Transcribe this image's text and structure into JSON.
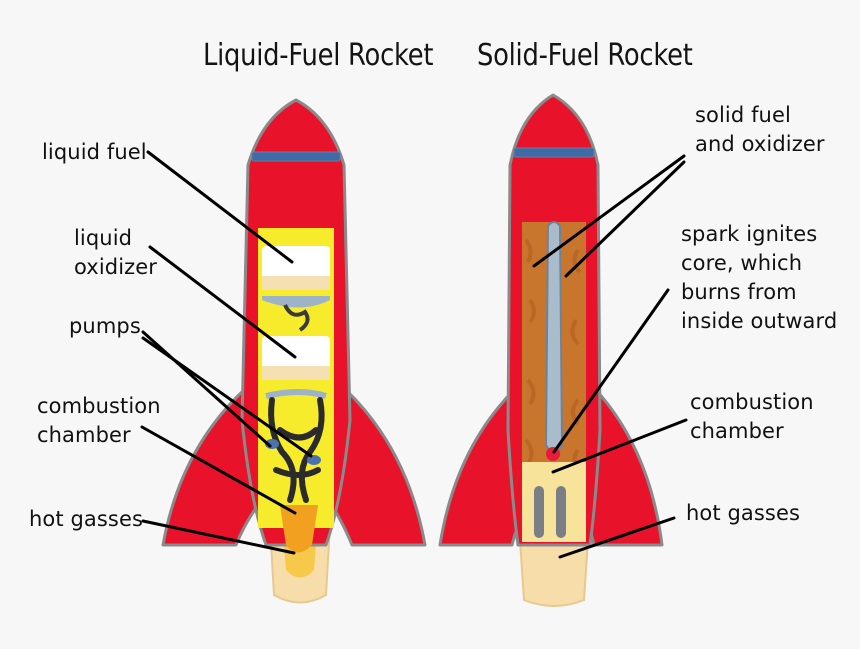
{
  "colors": {
    "background": "#f7f7f7",
    "body_red": "#e8132b",
    "outline": "#8a8a8a",
    "band_blue": "#3e6aa8",
    "fuel_yellow": "#f7ec2c",
    "tank_white": "#ffffff",
    "propellant_orange": "#c8762e",
    "exhaust_cream": "#f7ddaa",
    "flame_orange": "#f4a21a"
  },
  "titles": {
    "liquid": "Liquid-Fuel Rocket",
    "solid": "Solid-Fuel Rocket"
  },
  "liquid_labels": {
    "fuel": "liquid fuel",
    "oxidizer": "liquid\noxidizer",
    "pumps": "pumps",
    "chamber": "combustion\nchamber",
    "gasses": "hot gasses"
  },
  "solid_labels": {
    "fuel_oxidizer": "solid fuel\nand oxidizer",
    "spark": "spark ignites\ncore, which\nburns from\ninside outward",
    "chamber": "combustion\nchamber",
    "gasses": "hot gasses"
  }
}
